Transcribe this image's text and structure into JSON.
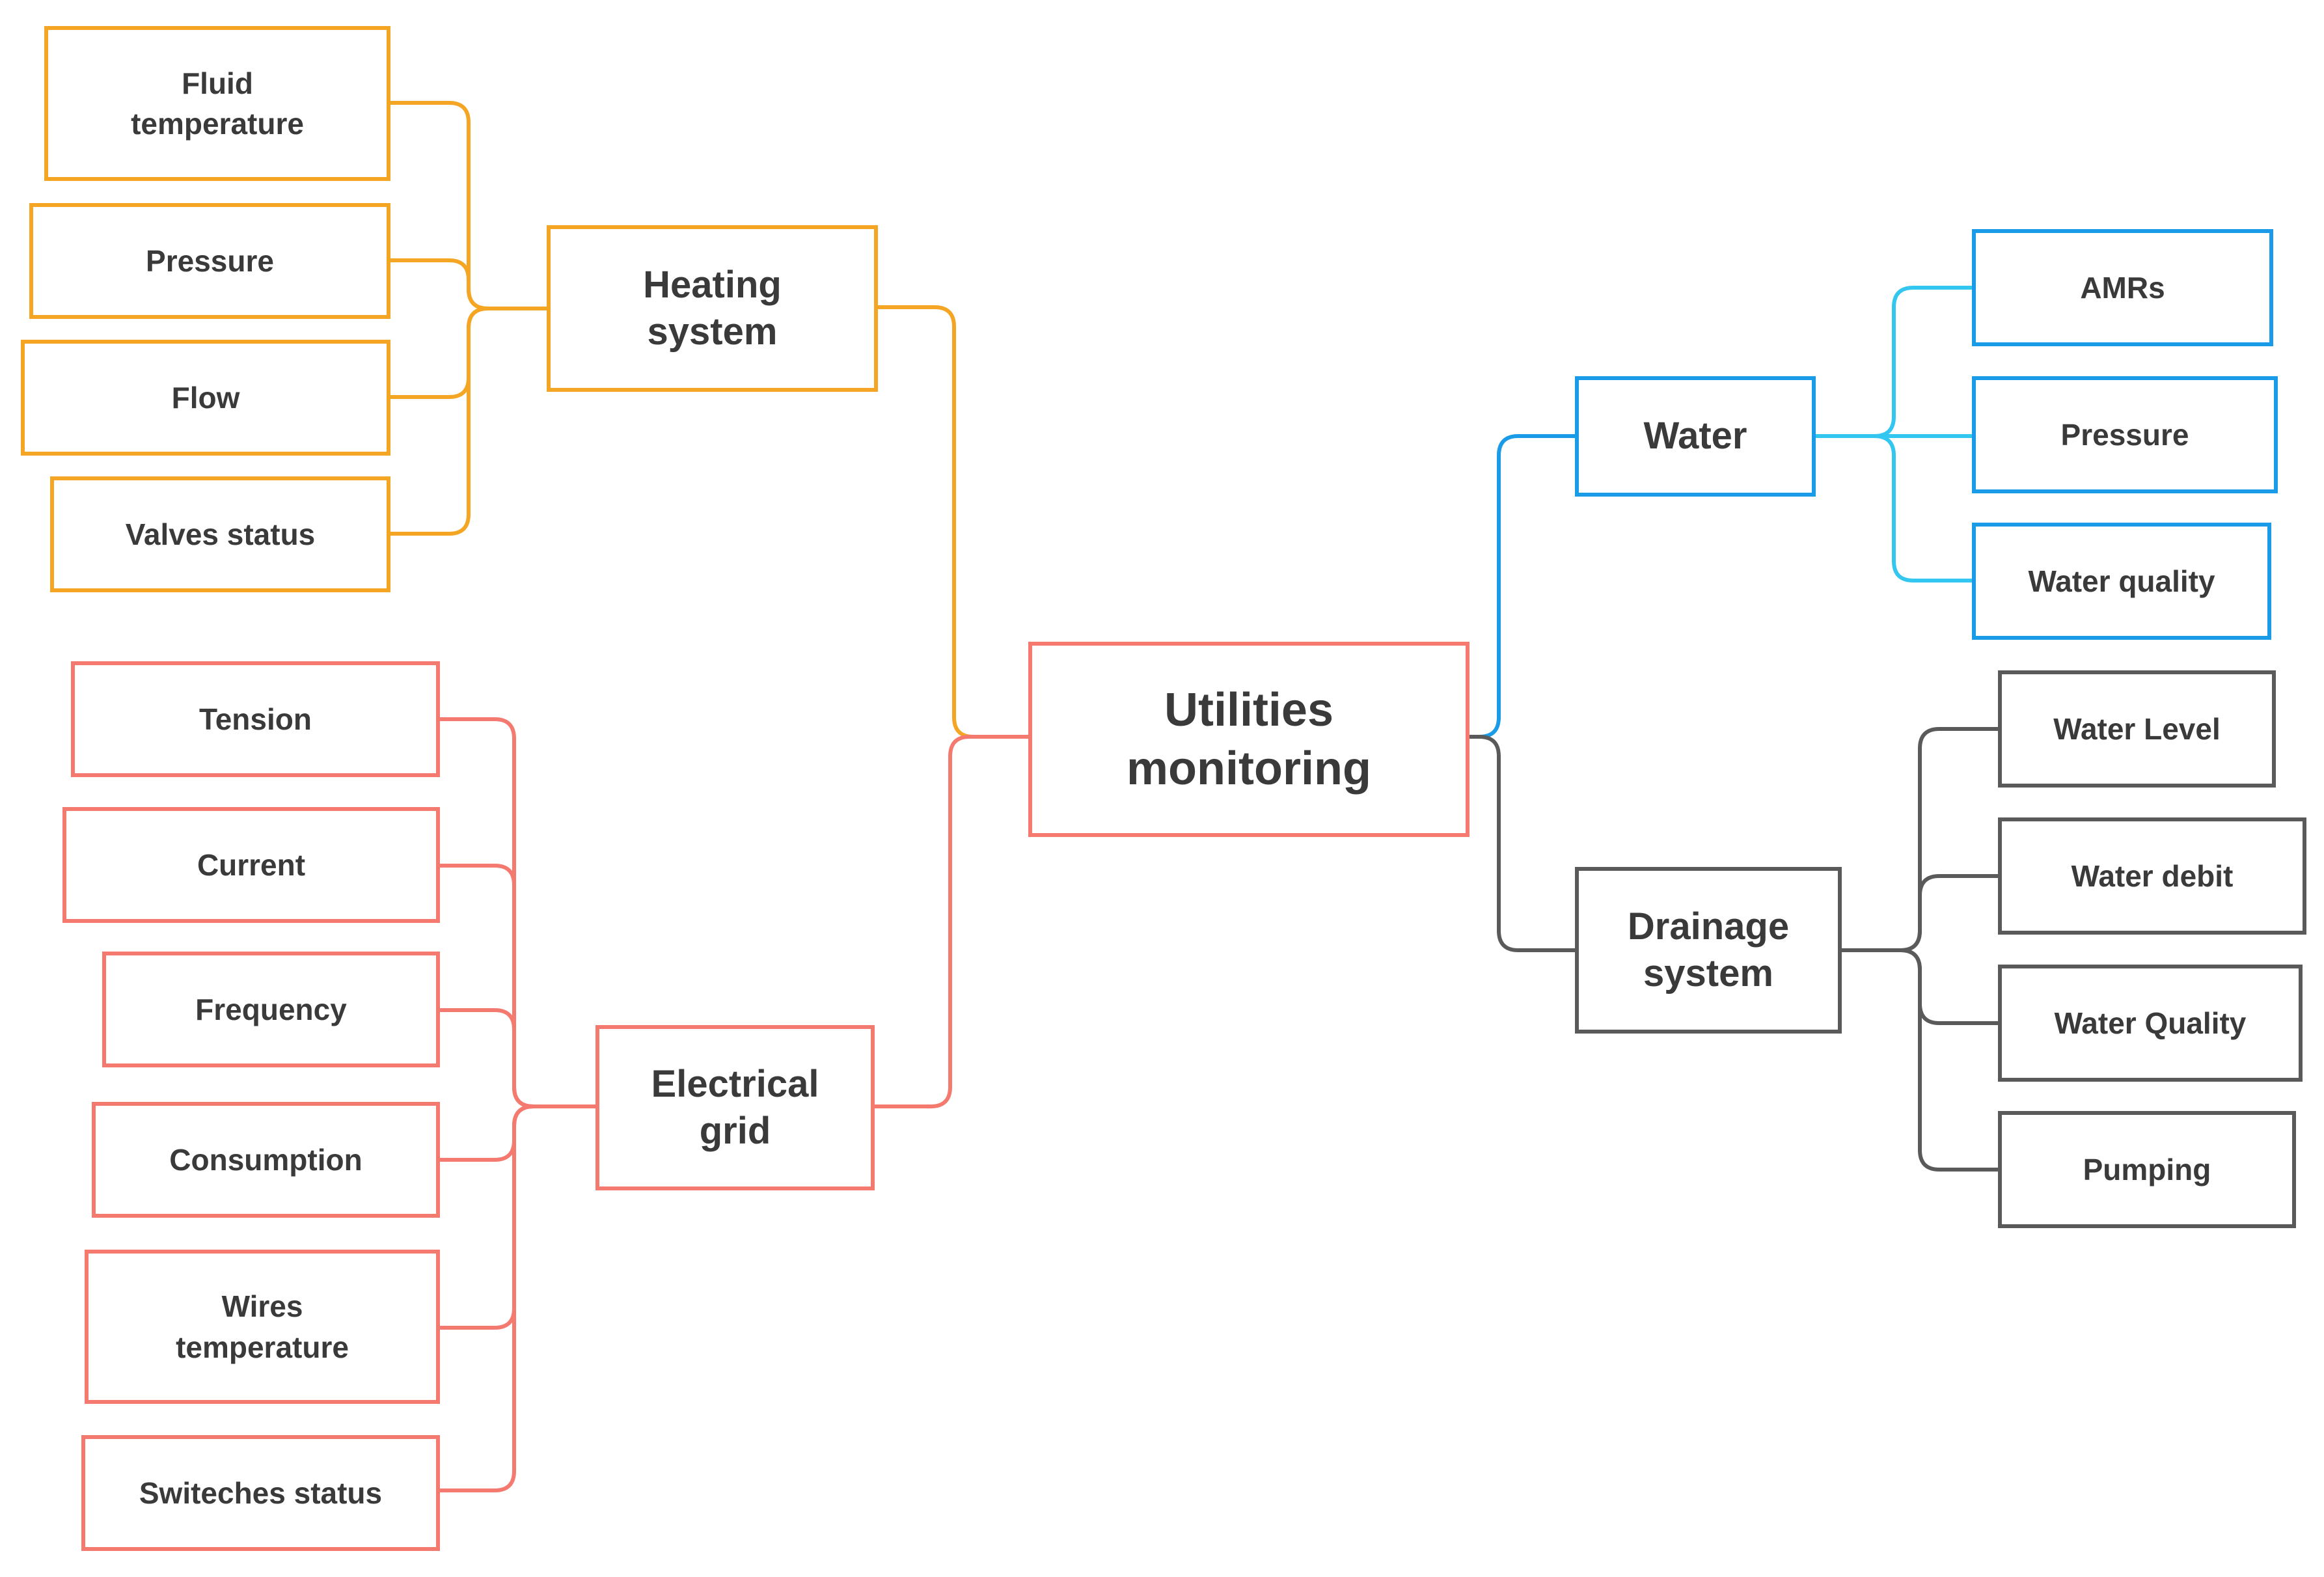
{
  "colors": {
    "heating": "#f5a524",
    "electrical": "#f47a70",
    "water_branch": "#1a9be8",
    "water_leaf_links": "#33c6f0",
    "drainage": "#5a5a5a",
    "root": "#f47a70",
    "text": "#3a3a3a"
  },
  "root": {
    "label": "Utilities\nmonitoring"
  },
  "heating": {
    "label": "Heating\nsystem",
    "children": [
      "Fluid\ntemperature",
      "Pressure",
      "Flow",
      "Valves status"
    ]
  },
  "electrical": {
    "label": "Electrical\ngrid",
    "children": [
      "Tension",
      "Current",
      "Frequency",
      "Consumption",
      "Wires\ntemperature",
      "Switeches status"
    ]
  },
  "water": {
    "label": "Water",
    "children": [
      "AMRs",
      "Pressure",
      "Water quality"
    ]
  },
  "drainage": {
    "label": "Drainage\nsystem",
    "children": [
      "Water Level",
      "Water debit",
      "Water Quality",
      "Pumping"
    ]
  }
}
